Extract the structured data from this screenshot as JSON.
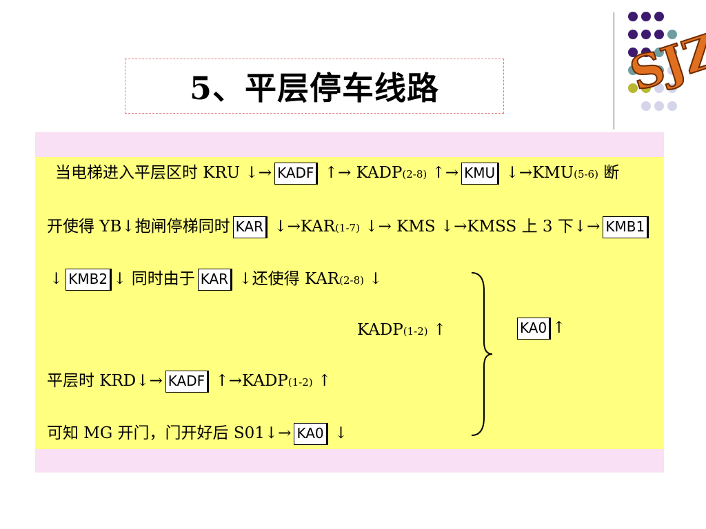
{
  "slide": {
    "title": "5、平层停车线路"
  },
  "lines": {
    "l1": {
      "a": "当电梯进入平层区时 KRU ↓→",
      "box1": "KADF",
      "b": " ↑→ KADP",
      "b_sm": "(2-8)",
      "c": " ↑→",
      "box2": "KMU",
      "d": " ↓→KMU",
      "d_sm": "(5-6)",
      "e": " 断"
    },
    "l2": {
      "a": "开使得 YB↓抱闸停梯同时",
      "box1": "KAR",
      "b": " ↓→KAR",
      "b_sm": "(1-7)",
      "c": " ↓→ KMS ↓→KMSS 上 3 下↓→",
      "box2": "KMB1"
    },
    "l3": {
      "a": "↓",
      "box1": "KMB2",
      "b": "↓  同时由于",
      "box2": "KAR",
      "c": " ↓还使得 KAR",
      "c_sm": "(2-8)",
      "d": " ↓"
    },
    "l4": {
      "a": "KADP",
      "a_sm": "(1-2)",
      "b": " ↑",
      "box_ka0": "KA0",
      "ka0_arrow": "↑"
    },
    "l5": {
      "a": "平层时 KRD↓→",
      "box1": "KADF",
      "b": " ↑→KADP",
      "b_sm": "(1-2)",
      "c": " ↑"
    },
    "l6": {
      "a": "可知 MG 开门，门开好后 S01↓→",
      "box1": "KA0",
      "b": " ↓"
    }
  },
  "colors": {
    "band": "#f9e0f4",
    "body": "#ffff80",
    "dots_purple": "#3d1a6e",
    "dots_teal": "#6f9ea0",
    "dots_olive": "#b8b832",
    "dots_lavender": "#d4d4ea",
    "logo_orange": "#e07020"
  },
  "icons": {
    "logo": "sjz-logo-icon",
    "brace": "right-curly-brace-icon"
  }
}
